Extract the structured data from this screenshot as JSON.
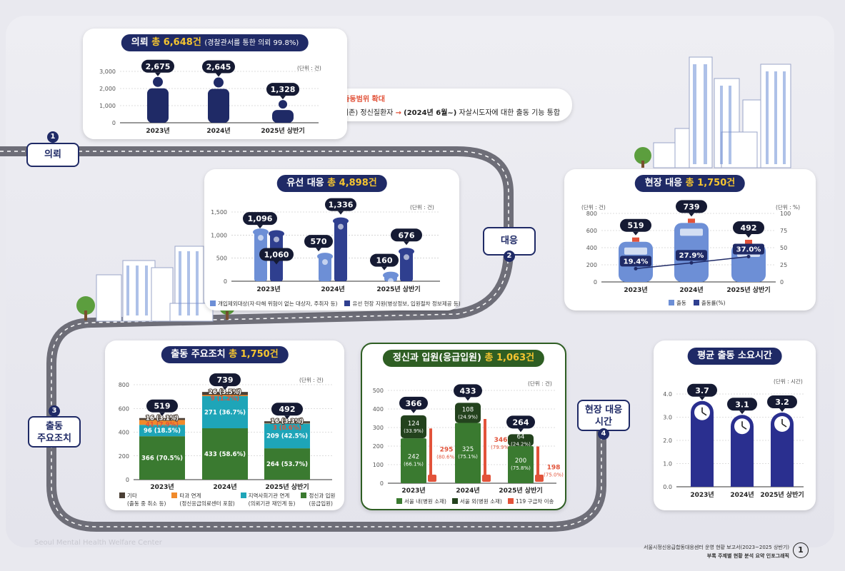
{
  "colors": {
    "navy": "#1f2a66",
    "blue": "#2f3f8f",
    "light_blue": "#6d8fd6",
    "green": "#3a7a30",
    "dark_green": "#23421d",
    "orange": "#f08a2b",
    "teal": "#1ea5b8",
    "red": "#e2533a",
    "dark": "#4a3f35",
    "yellow": "#f4c430"
  },
  "stages": [
    {
      "num": "1",
      "label": "의뢰"
    },
    {
      "num": "2",
      "label": "대응"
    },
    {
      "num": "3",
      "label_line1": "출동",
      "label_line2": "주요조치"
    },
    {
      "num": "4",
      "label_line1": "현장 대응",
      "label_line2": "시간"
    }
  ],
  "referral": {
    "title_main": "의뢰",
    "title_total": "총 6,648건",
    "title_note": "(경찰관서를 통한 의뢰 99.8%)",
    "unit": "(단위 : 건)",
    "expansion": {
      "star": "*출동범위 확대",
      "before": "(기존) 정신질환자",
      "arrow": "→",
      "date": "(2024년 6월~)",
      "after": "자살시도자에 대한 출동 기능 통합"
    }
  },
  "wired": {
    "title_main": "유선 대응",
    "title_total": "총 4,898건",
    "unit": "(단위 : 건)",
    "legend": [
      "개입제외대상(자·타해 위험이 없는 대상자, 주취자 등)",
      "유선 현장 지원(병상정보, 입원절차 정보제공 등)"
    ]
  },
  "field": {
    "title_main": "현장 대응",
    "title_total": "총 1,750건",
    "unit_left": "(단위 : 건)",
    "unit_right": "(단위 : %)",
    "legend": [
      "출동",
      "출동률(%)"
    ]
  },
  "measures": {
    "title_main": "출동 주요조치",
    "title_total": "총 1,750건",
    "unit": "(단위 : 건)",
    "legend": [
      {
        "l1": "기타",
        "l2": "(출동 중 취소 등)"
      },
      {
        "l1": "타과 연계",
        "l2": "(정신응급의료센터 포함)"
      },
      {
        "l1": "지역사회기관 연계",
        "l2": "(의뢰기관 재인계 등)"
      },
      {
        "l1": "정신과 입원",
        "l2": "(응급입원)"
      }
    ]
  },
  "admission": {
    "title_main": "정신과 입원(응급입원)",
    "title_total": "총 1,063건",
    "unit": "(단위 : 건)",
    "legend": [
      "서울 내(병원 소재)",
      "서울 외(병원 소재)",
      "119 구급차 이송"
    ]
  },
  "avgtime": {
    "title": "평균 출동 소요시간",
    "unit": "(단위 : 시간)"
  },
  "footer": {
    "brand": "Seoul Mental Health Welfare Center",
    "line1": "서울시정신응급합동대응센터 운영 현황 보고서(2023~2025 상반기)",
    "line2": "부록 주제별 현황 분석 요약 인포그래픽",
    "page": "1"
  },
  "chart_data": [
    {
      "id": "referral",
      "type": "bar",
      "title": "의뢰 총 6,648건",
      "categories": [
        "2023년",
        "2024년",
        "2025년 상반기"
      ],
      "values": [
        2675,
        2645,
        1328
      ],
      "value_labels": [
        "2,675",
        "2,645",
        "1,328"
      ],
      "ylim": [
        0,
        3000
      ],
      "yticks": [
        "0",
        "1,000",
        "2,000",
        "3,000"
      ]
    },
    {
      "id": "wired",
      "type": "bar",
      "title": "유선 대응 총 4,898건",
      "categories": [
        "2023년",
        "2024년",
        "2025년 상반기"
      ],
      "series": [
        {
          "name": "개입제외대상(자·타해 위험이 없는 대상자, 주취자 등)",
          "values": [
            1096,
            570,
            160
          ],
          "labels": [
            "1,096",
            "570",
            "160"
          ]
        },
        {
          "name": "유선 현장 지원(병상정보, 입원절차 정보제공 등)",
          "values": [
            1060,
            1336,
            676
          ],
          "labels": [
            "1,060",
            "1,336",
            "676"
          ]
        }
      ],
      "ylim": [
        0,
        1500
      ],
      "yticks": [
        "0",
        "500",
        "1,000",
        "1,500"
      ]
    },
    {
      "id": "field",
      "type": "bar",
      "title": "현장 대응 총 1,750건",
      "categories": [
        "2023년",
        "2024년",
        "2025년 상반기"
      ],
      "series": [
        {
          "name": "출동",
          "values": [
            519,
            739,
            492
          ],
          "labels": [
            "519",
            "739",
            "492"
          ]
        },
        {
          "name": "출동률(%)",
          "type": "line",
          "values": [
            19.4,
            27.9,
            37.0
          ],
          "labels": [
            "19.4%",
            "27.9%",
            "37.0%"
          ]
        }
      ],
      "ylim": [
        0,
        800
      ],
      "yticks": [
        "0",
        "200",
        "400",
        "600",
        "800"
      ],
      "y2lim": [
        0,
        100
      ],
      "y2ticks": [
        "0",
        "25",
        "50",
        "75",
        "100"
      ]
    },
    {
      "id": "measures",
      "type": "bar",
      "stacked": true,
      "title": "출동 주요조치 총 1,750건",
      "categories": [
        "2023년",
        "2024년",
        "2025년 상반기"
      ],
      "totals": [
        519,
        739,
        492
      ],
      "series": [
        {
          "name": "정신과 입원(응급입원)",
          "values": [
            366,
            433,
            264
          ],
          "labels": [
            "366 (70.5%)",
            "433 (58.6%)",
            "264 (53.7%)"
          ]
        },
        {
          "name": "지역사회기관 연계(의뢰기관 재인계 등)",
          "values": [
            96,
            271,
            209
          ],
          "labels": [
            "96 (18.5%)",
            "271 (36.7%)",
            "209 (42.5%)"
          ]
        },
        {
          "name": "타과 연계(정신응급의료센터 포함)",
          "values": [
            41,
            9,
            3
          ],
          "labels": [
            "41 (7.9%)",
            "9 (1.2%)",
            "3 (0.6%)"
          ]
        },
        {
          "name": "기타(출동 중 취소 등)",
          "values": [
            16,
            26,
            16
          ],
          "labels": [
            "16 (3.1%)",
            "26 (3.5%)",
            "16 (3.3%)"
          ]
        }
      ],
      "ylim": [
        0,
        800
      ],
      "yticks": [
        "0",
        "200",
        "400",
        "600",
        "800"
      ]
    },
    {
      "id": "admission",
      "type": "bar",
      "stacked": true,
      "title": "정신과 입원(응급입원) 총 1,063건",
      "categories": [
        "2023년",
        "2024년",
        "2025년 상반기"
      ],
      "totals": [
        366,
        433,
        264
      ],
      "series": [
        {
          "name": "서울 내(병원 소재)",
          "values": [
            242,
            325,
            200
          ],
          "labels": [
            "242",
            "325",
            "200"
          ],
          "pcts": [
            "(66.1%)",
            "(75.1%)",
            "(75.8%)"
          ]
        },
        {
          "name": "서울 외(병원 소재)",
          "values": [
            124,
            108,
            64
          ],
          "labels": [
            "124",
            "108",
            "64"
          ],
          "pcts": [
            "(33.9%)",
            "(24.9%)",
            "(24.2%)"
          ]
        },
        {
          "name": "119 구급차 이송",
          "values": [
            295,
            346,
            198
          ],
          "labels": [
            "295",
            "346",
            "198"
          ],
          "pcts": [
            "(80.6%)",
            "(79.9%)",
            "(75.0%)"
          ]
        }
      ],
      "ylim": [
        0,
        500
      ],
      "yticks": [
        "0",
        "100",
        "200",
        "300",
        "400",
        "500"
      ]
    },
    {
      "id": "avgtime",
      "type": "bar",
      "title": "평균 출동 소요시간",
      "categories": [
        "2023년",
        "2024년",
        "2025년 상반기"
      ],
      "values": [
        3.7,
        3.1,
        3.2
      ],
      "value_labels": [
        "3.7",
        "3.1",
        "3.2"
      ],
      "ylim": [
        0,
        4.0
      ],
      "yticks": [
        "0.0",
        "1.0",
        "2.0",
        "3.0",
        "4.0"
      ]
    }
  ]
}
